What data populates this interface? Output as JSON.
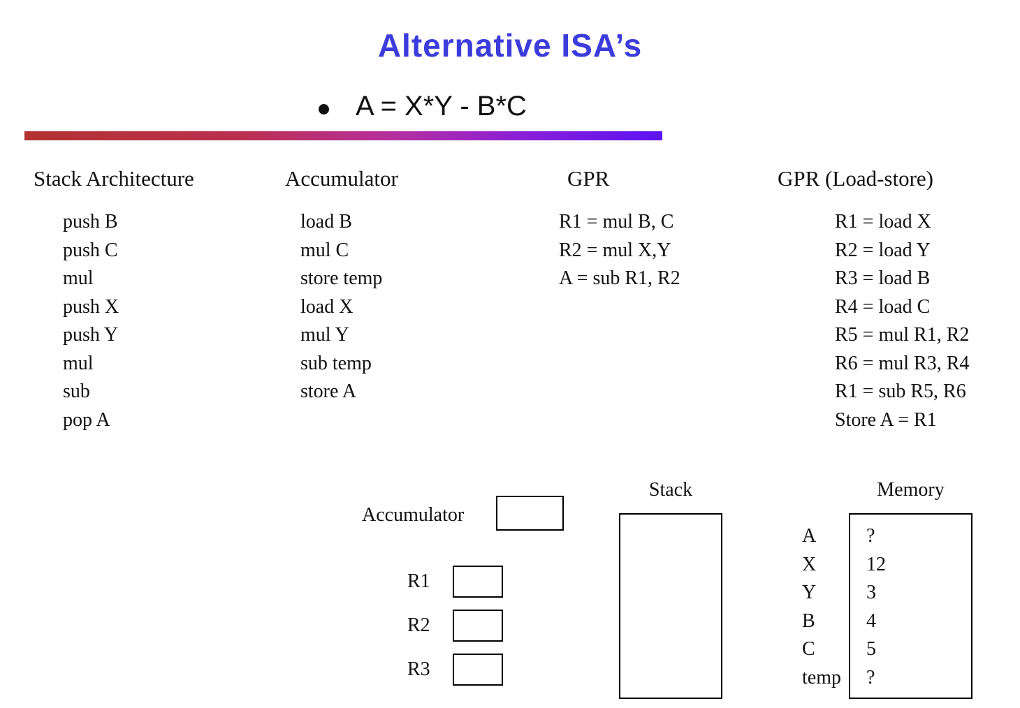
{
  "colors": {
    "title": "#3c3cdc",
    "gradient_start": "#b23330",
    "gradient_end": "#5c13f2"
  },
  "slide": {
    "title": "Alternative ISA’s",
    "bullet": "A = X*Y - B*C"
  },
  "columns": {
    "stack": {
      "header": "Stack Architecture",
      "instructions": [
        "push B",
        "push C",
        "mul",
        "push X",
        "push Y",
        "mul",
        "sub",
        "pop A"
      ]
    },
    "accumulator": {
      "header": "Accumulator",
      "instructions": [
        "load B",
        "mul C",
        "store temp",
        "load X",
        "mul Y",
        "sub temp",
        "store A"
      ]
    },
    "gpr": {
      "header": "GPR",
      "instructions": [
        "R1 = mul B, C",
        "R2 = mul X,Y",
        "A = sub R1, R2"
      ]
    },
    "gpr_load_store": {
      "header": "GPR (Load-store)",
      "instructions": [
        "R1 = load X",
        "R2 = load Y",
        "R3 = load B",
        "R4 = load C",
        "R5 = mul R1, R2",
        "R6 = mul R3, R4",
        "R1 = sub R5, R6",
        "Store A = R1"
      ]
    }
  },
  "diagram": {
    "accumulator_label": "Accumulator",
    "register_labels": [
      "R1",
      "R2",
      "R3"
    ],
    "stack_label": "Stack",
    "memory_label": "Memory",
    "memory_rows": [
      {
        "name": "A",
        "value": "?"
      },
      {
        "name": "X",
        "value": "12"
      },
      {
        "name": "Y",
        "value": "3"
      },
      {
        "name": "B",
        "value": "4"
      },
      {
        "name": "C",
        "value": "5"
      },
      {
        "name": "temp",
        "value": "?"
      }
    ]
  }
}
